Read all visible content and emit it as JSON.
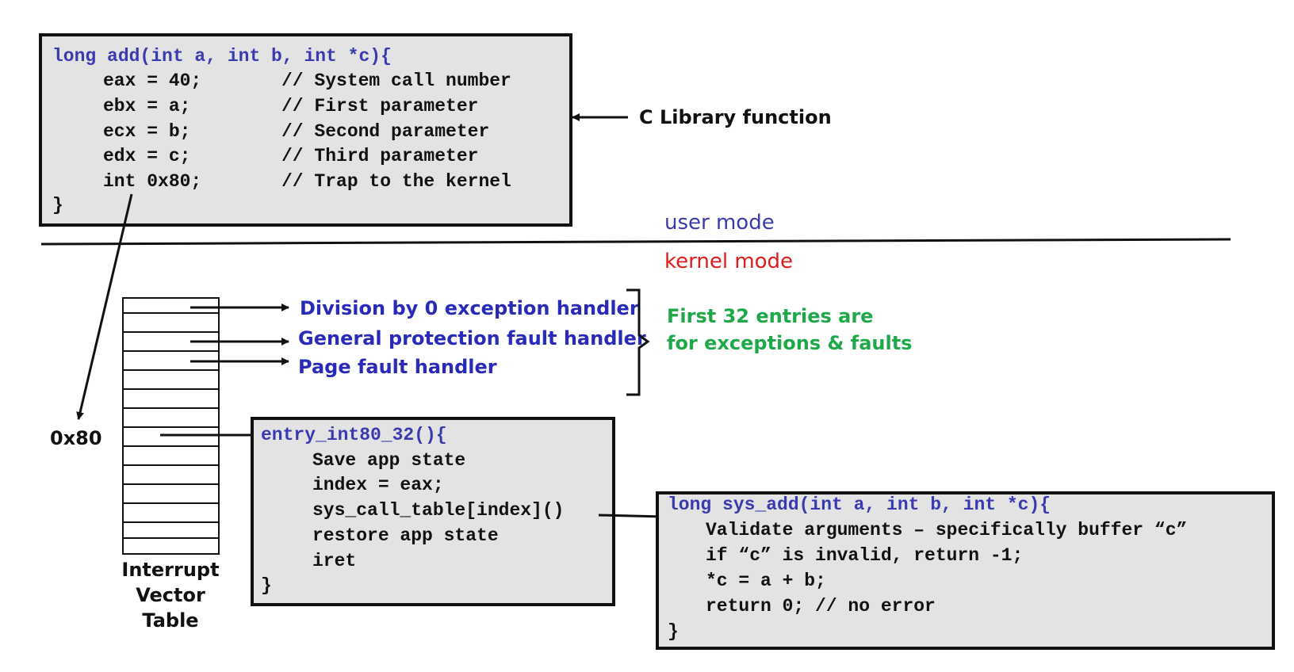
{
  "colors": {
    "code_blue": "#3a3ab0",
    "text_black": "#111111",
    "handler_blue": "#2a2ab8",
    "user_mode": "#3a3aa8",
    "kernel_mode": "#dd1c1c",
    "exceptions_green": "#1fa84a",
    "box_fill": "#e3e3e3",
    "line": "#111111"
  },
  "library_box": {
    "header": "long add(int a, int b, int *c){",
    "lines": [
      {
        "code": "eax = 40;",
        "comment": "// System call number"
      },
      {
        "code": "ebx = a;",
        "comment": "// First parameter"
      },
      {
        "code": "ecx = b;",
        "comment": "// Second parameter"
      },
      {
        "code": "edx = c;",
        "comment": "// Third parameter"
      },
      {
        "code": "int 0x80;",
        "comment": "// Trap to the kernel"
      }
    ],
    "footer": "}"
  },
  "library_label": "C Library function",
  "user_mode_label": "user mode",
  "kernel_mode_label": "kernel mode",
  "handlers": [
    "Division by 0 exception handler",
    "General protection fault handler",
    "Page fault handler"
  ],
  "exceptions_note": [
    "First 32 entries are",
    "for exceptions & faults"
  ],
  "vector_label_0x80": "0x80",
  "ivt_caption": [
    "Interrupt",
    "Vector",
    "Table"
  ],
  "entry_box": {
    "header": "entry_int80_32(){",
    "lines": [
      "Save app state",
      "index = eax;",
      "sys_call_table[index]()",
      "restore app state",
      "iret"
    ],
    "footer": "}"
  },
  "sys_box": {
    "header": "long sys_add(int a, int b, int *c){",
    "lines": [
      "Validate arguments – specifically buffer “c”",
      "if “c” is invalid, return -1;",
      "*c = a + b;",
      "return 0; // no error"
    ],
    "footer": "}"
  }
}
